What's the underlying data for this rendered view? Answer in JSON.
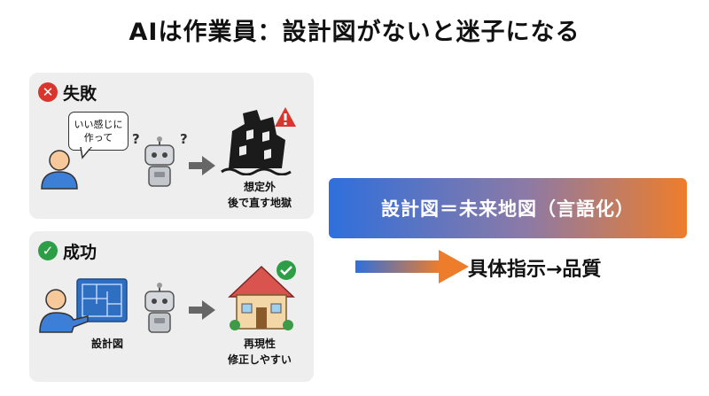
{
  "title": "AIは作業員：設計図がないと迷子になる",
  "fail": {
    "label": "失敗",
    "speech_line1": "いい感じに",
    "speech_line2": "作って",
    "question_marks": "?",
    "result_line1": "想定外",
    "result_line2": "後で直す地獄"
  },
  "success": {
    "label": "成功",
    "blueprint_caption": "設計図",
    "result_line1": "再現性",
    "result_line2": "修正しやすい"
  },
  "conclusion": {
    "box_text": "設計図＝未来地図（言語化）",
    "arrow_result": "具体指示→品質"
  },
  "colors": {
    "fail_badge": "#d9352c",
    "success_badge": "#2e9e46",
    "gradient_start": "#2f6fdc",
    "gradient_end": "#ee7d2b"
  },
  "icons": [
    "close-icon",
    "check-icon",
    "person-icon",
    "robot-icon",
    "arrow-right-icon",
    "collapsed-building-icon",
    "warning-icon",
    "blueprint-icon",
    "house-icon"
  ]
}
